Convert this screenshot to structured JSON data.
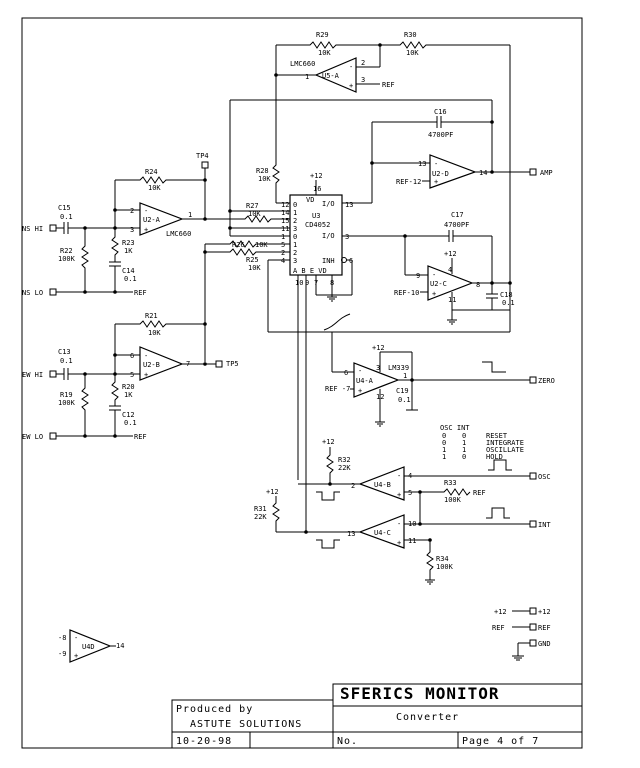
{
  "title_block": {
    "title": "SFERICS MONITOR",
    "subtitle": "Converter",
    "produced_by": "Produced by",
    "company": "ASTUTE SOLUTIONS",
    "date": "10-20-98",
    "number_label": "No.",
    "page": "Page  4 of 7"
  },
  "ports": {
    "ns_hi": "NS HI",
    "ns_lo": "NS LO",
    "ew_hi": "EW HI",
    "ew_lo": "EW LO",
    "amp": "AMP",
    "zero": "ZERO",
    "osc": "OSC",
    "int": "INT",
    "tp4": "TP4",
    "tp5": "TP5",
    "p12": "+12",
    "ref": "REF",
    "gnd": "GND",
    "p12_left": "+12",
    "ref_left": "REF"
  },
  "components": {
    "c15": "C15",
    "c15v": "0.1",
    "r22": "R22",
    "r22v": "100K",
    "r23": "R23",
    "r23v": "1K",
    "c14": "C14",
    "c14v": "0.1",
    "r24": "R24",
    "r24v": "10K",
    "u2a": "U2-A",
    "lmc660a": "LMC660",
    "r27": "R27",
    "r27v": "10K",
    "r26": "R26",
    "r26v": "10K",
    "r25": "R25",
    "r25v": "10K",
    "r28": "R28",
    "r28v": "10K",
    "r29": "R29",
    "r29v": "10K",
    "r30": "R30",
    "r30v": "10K",
    "u5a": "U5-A",
    "lmc660b": "LMC660",
    "c16": "C16",
    "c16v": "4700PF",
    "u2d": "U2-D",
    "u3": "U3",
    "cd4052": "CD4052",
    "vd": "VD",
    "io": "I/O",
    "inh": "INH",
    "abevd": "A B E VD",
    "c17": "C17",
    "c17v": "4700PF",
    "u2c": "U2-C",
    "c18": "C18",
    "c18v": "0.1",
    "c13": "C13",
    "c13v": "0.1",
    "r19": "R19",
    "r19v": "100K",
    "r20": "R20",
    "r20v": "1K",
    "c12": "C12",
    "c12v": "0.1",
    "r21": "R21",
    "r21v": "10K",
    "u2b": "U2-B",
    "u4a": "U4-A",
    "lm339": "LM339",
    "c19": "C19",
    "c19v": "0.1",
    "r32": "R32",
    "r32v": "22K",
    "u4b": "U4-B",
    "r33": "R33",
    "r33v": "100K",
    "r31": "R31",
    "r31v": "22K",
    "u4c": "U4-C",
    "r34": "R34",
    "r34v": "100K",
    "u4d": "U4D",
    "ref_u5a": "REF",
    "ref_u2d": "REF-12",
    "ref_u2c": "REF-10",
    "ref_u4a": "REF -7",
    "ref_r33": "REF"
  },
  "truth_table": {
    "header": "OSC  INT",
    "rows": [
      {
        "osc": "0",
        "int": "0",
        "state": "RESET"
      },
      {
        "osc": "0",
        "int": "1",
        "state": "INTEGRATE"
      },
      {
        "osc": "1",
        "int": "1",
        "state": "OSCILLATE"
      },
      {
        "osc": "1",
        "int": "0",
        "state": "HOLD"
      }
    ]
  }
}
